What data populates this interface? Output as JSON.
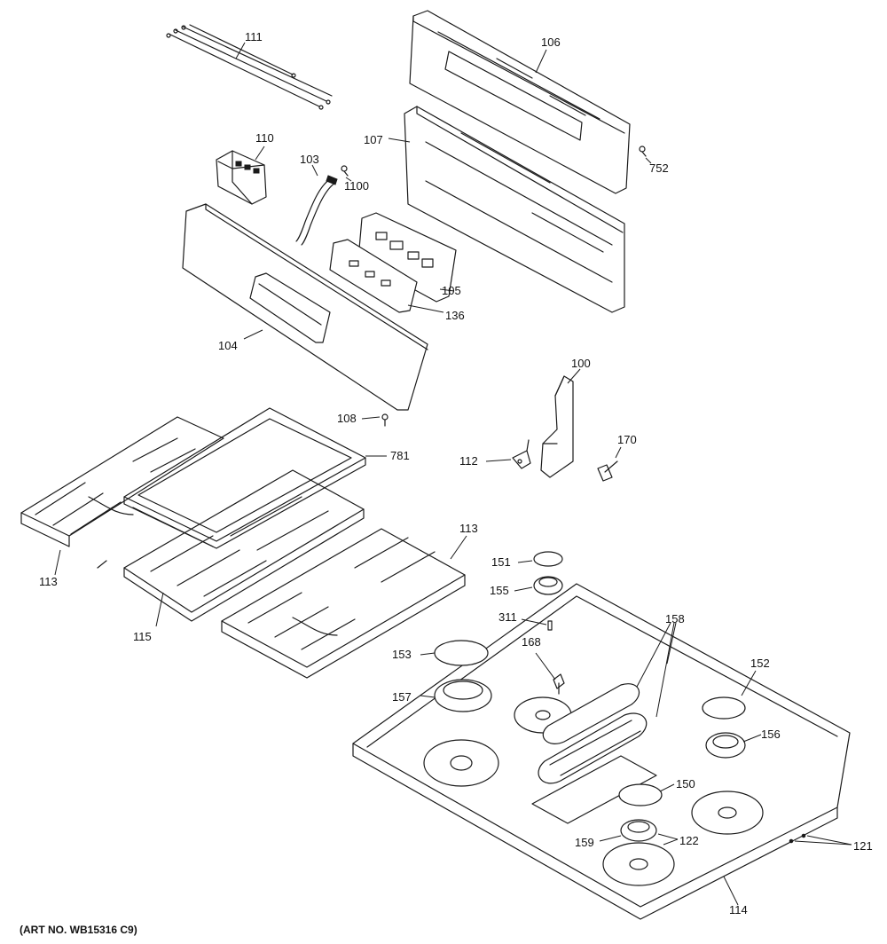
{
  "diagram": {
    "art_number": "(ART NO. WB15316 C9)",
    "callouts": {
      "c100": "100",
      "c103": "103",
      "c104": "104",
      "c105": "105",
      "c106": "106",
      "c107": "107",
      "c108": "108",
      "c110": "110",
      "c111": "111",
      "c112": "112",
      "c113a": "113",
      "c113b": "113",
      "c114": "114",
      "c115": "115",
      "c121": "121",
      "c122": "122",
      "c136": "136",
      "c150": "150",
      "c151": "151",
      "c152": "152",
      "c153": "153",
      "c155": "155",
      "c156": "156",
      "c157": "157",
      "c158": "158",
      "c159": "159",
      "c168": "168",
      "c170": "170",
      "c311": "311",
      "c752": "752",
      "c781": "781",
      "c1100": "1100"
    }
  }
}
